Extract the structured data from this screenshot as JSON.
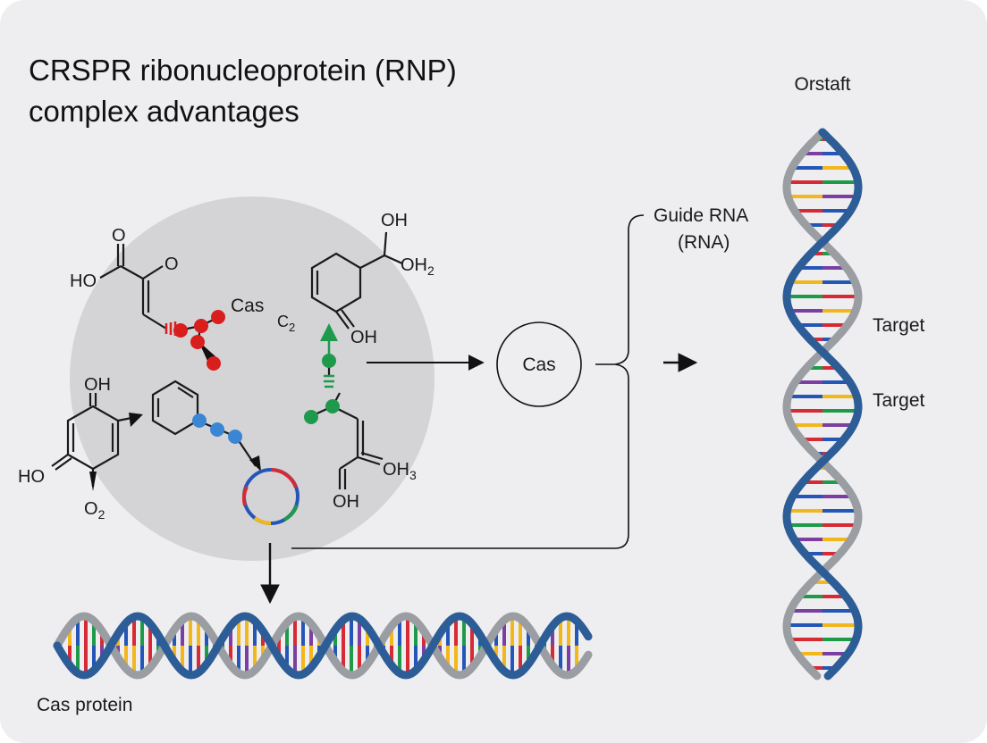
{
  "title": {
    "line1": "CRSPR ribonucleoprotein (RNP)",
    "line2": "complex advantages"
  },
  "molecules": {
    "top_left": {
      "o_double": "O",
      "o_right": "O",
      "hydroxyl": "HO"
    },
    "cas_label": "Cas",
    "c2_label": "C",
    "c2_sub": "2",
    "top_right": {
      "oh_top": "OH",
      "oh2_main": "OH",
      "oh2_sub": "2",
      "oh_bottom": "OH"
    },
    "left": {
      "oh_top": "OH",
      "ho_left": "HO",
      "o2_main": "O",
      "o2_sub": "2"
    },
    "bottom_right": {
      "oh3_main": "OH",
      "oh3_sub": "3",
      "oh_bottom": "OH"
    }
  },
  "flow": {
    "cas_node": "Cas",
    "guide_rna_line1": "Guide RNA",
    "guide_rna_line2": "(RNA)"
  },
  "dna_vertical": {
    "top_label": "Orstaft",
    "target1": "Target",
    "target2": "Target"
  },
  "dna_horizontal": {
    "label": "Cas protein"
  },
  "colors": {
    "background": "#eeeef0",
    "circle": "#cfcfd1",
    "strand_blue": "#2d5d97",
    "strand_gray": "#9a9da1",
    "base_red": "#d62b34",
    "base_blue": "#2456b8",
    "base_yellow": "#f2b71a",
    "base_green": "#1e9a4a",
    "base_purple": "#7a3fa0",
    "atom_red": "#d91e1e",
    "atom_green": "#1f9a4c",
    "atom_blue": "#3a86d4"
  }
}
